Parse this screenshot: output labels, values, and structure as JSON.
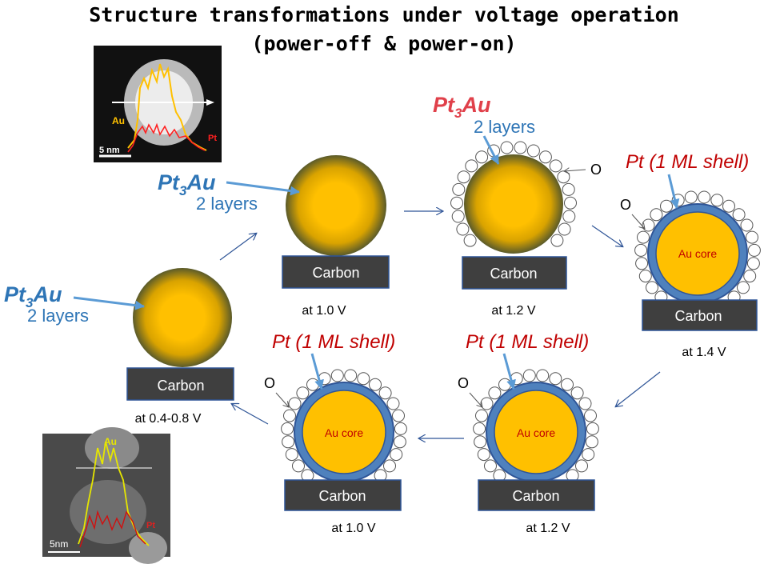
{
  "title": {
    "line1": "Structure transformations under voltage operation",
    "line2": "(power-off & power-on)"
  },
  "labels": {
    "pt3au_main": "Pt",
    "pt3au_sub": "3",
    "pt3au_end": "Au",
    "two_layers": "2 layers",
    "pt_shell": "Pt (1 ML shell)",
    "au_core": "Au core",
    "carbon": "Carbon",
    "oxygen": "O"
  },
  "voltages": {
    "v1": "at 0.4-0.8 V",
    "v2": "at 1.0 V",
    "v3": "at 1.2 V",
    "v4": "at 1.4 V",
    "v5": "at 1.2 V",
    "v6": "at 1.0 V"
  },
  "micrograph_top": {
    "au": "Au",
    "pt": "Pt",
    "scale": "5 nm"
  },
  "micrograph_bottom": {
    "au": "Au",
    "pt": "Pt",
    "scale": "5nm"
  },
  "colors": {
    "core_yellow": "#FFC000",
    "shell_blue": "#4F81BD",
    "carbon_fill": "#3F3F3F",
    "carbon_border": "#2E5597",
    "pt_red": "#C00000",
    "pt3au_blue": "#2E75B6",
    "arrow_blue": "#2F5597"
  }
}
